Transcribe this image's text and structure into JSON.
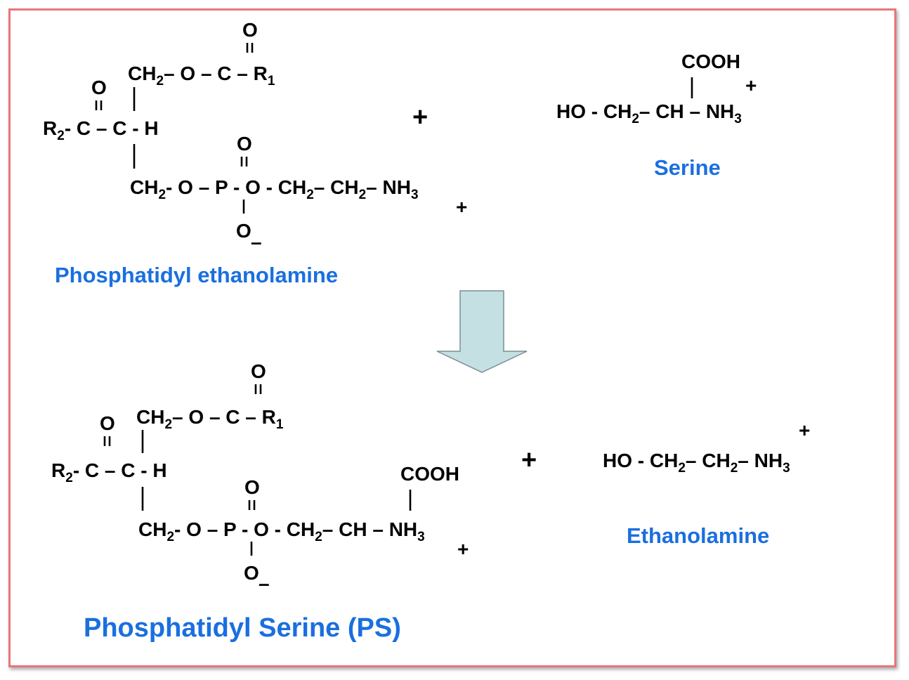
{
  "colors": {
    "border": "#e8767a",
    "label": "#1a6fe0",
    "arrow_fill": "#c5e0e3"
  },
  "reactants": {
    "pe": {
      "label": "Phosphatidyl ethanolamine",
      "o_top": "O",
      "dbl": "=",
      "ch2_top": "CH",
      "sub2": "2",
      "ester_chain": "– O – C – R",
      "r1_sub": "1",
      "o_left": "O",
      "r2": "R",
      "r2_sub": "2",
      "mid_chain": "- C – C - H",
      "o_p": "O",
      "ch2_bottom": "CH",
      "phosphate_chain": "- O – P - O - CH",
      "dash": "– CH",
      "end": "– NH",
      "nh3_sub": "3",
      "plus_charge": "+",
      "o_minus": "O",
      "minus": "–"
    },
    "serine": {
      "label": "Serine",
      "cooh": "COOH",
      "plus_charge": "+",
      "ho": "HO - CH",
      "sub2": "2",
      "ch": "– CH – NH",
      "nh3_sub": "3"
    }
  },
  "plus_sign": "+",
  "products": {
    "ps": {
      "label": "Phosphatidyl Serine (PS)",
      "o_top": "O",
      "dbl": "=",
      "ch2_top": "CH",
      "sub2": "2",
      "ester_chain": "– O – C – R",
      "r1_sub": "1",
      "o_left": "O",
      "r2": "R",
      "r2_sub": "2",
      "mid_chain": "- C – C - H",
      "o_p": "O",
      "cooh": "COOH",
      "ch2_bottom": "CH",
      "phosphate_chain": "- O – P - O - CH",
      "end": "– CH – NH",
      "nh3_sub": "3",
      "plus_charge": "+",
      "o_minus": "O",
      "minus": "–"
    },
    "ethanolamine": {
      "label": "Ethanolamine",
      "plus_charge": "+",
      "ho": "HO - CH",
      "sub2": "2",
      "mid": "– CH",
      "end": "– NH",
      "nh3_sub": "3"
    }
  }
}
